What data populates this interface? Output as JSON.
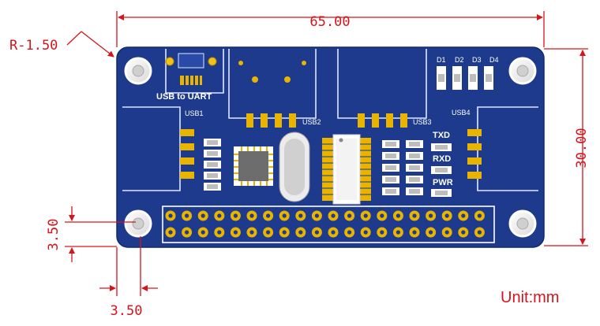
{
  "dimensions": {
    "width": "65.00",
    "height": "30.00",
    "corner_radius": "R-1.50",
    "hole_offset_x": "3.50",
    "hole_offset_y": "3.50"
  },
  "unit_label": "Unit:mm",
  "silkscreen": {
    "usb_to_uart": "USB to UART",
    "usb1": "USB1",
    "usb2": "USB2",
    "usb3": "USB3",
    "usb4": "USB4",
    "d1": "D1",
    "d2": "D2",
    "d3": "D3",
    "d4": "D4",
    "txd": "TXD",
    "rxd": "RXD",
    "pwr": "PWR"
  },
  "header": {
    "columns": 20,
    "rows": 2
  },
  "colors": {
    "dimension": "#d6141b",
    "board": "#1d3a8c",
    "gold": "#e8b400",
    "silk": "#ffffff"
  }
}
